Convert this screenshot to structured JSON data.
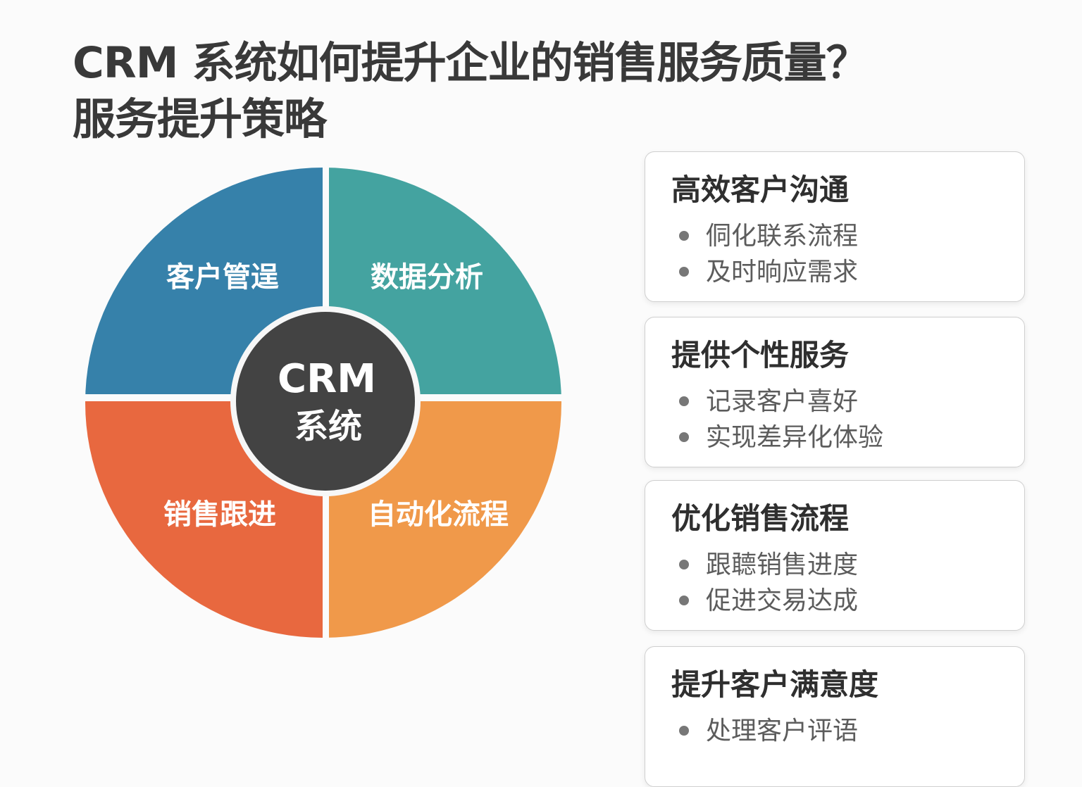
{
  "title": {
    "line1": "CRM 系统如何提升企业的销售服务质量？",
    "line2": "服务提升策略"
  },
  "wheel": {
    "center": {
      "line1": "CRM",
      "line2": "系统",
      "color": "#434343"
    },
    "quadrants": [
      {
        "id": "top-left",
        "label": "客户管逞",
        "color": "#3681AA"
      },
      {
        "id": "top-right",
        "label": "数据分析",
        "color": "#44A3A0"
      },
      {
        "id": "bottom-left",
        "label": "销售跟进",
        "color": "#E8683F"
      },
      {
        "id": "bottom-right",
        "label": "自动化流程",
        "color": "#F0994A"
      }
    ]
  },
  "cards": [
    {
      "title": "高效客户沟通",
      "bullets": [
        "侗化联系流程",
        "及时晌应需求"
      ]
    },
    {
      "title": "提供个性服务",
      "bullets": [
        "记录客户喜好",
        "实现差异化体验"
      ]
    },
    {
      "title": "优化销售流程",
      "bullets": [
        "跟聼销售进度",
        "促进交易达成"
      ]
    },
    {
      "title": "提升客户满意度",
      "bullets": [
        "处理客户评语"
      ]
    }
  ]
}
